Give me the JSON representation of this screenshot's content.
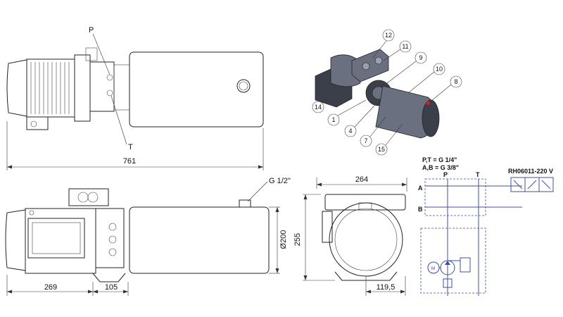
{
  "drawing": {
    "top_view": {
      "overall_length": "761",
      "label_p": "P",
      "label_t": "T"
    },
    "side_view": {
      "dim_269": "269",
      "dim_105": "105",
      "diameter": "Ø200",
      "port_thread": "G 1/2\""
    },
    "end_view": {
      "width": "264",
      "height": "255",
      "offset": "119,5"
    },
    "iso_view": {
      "callouts": [
        "12",
        "11",
        "9",
        "10",
        "8",
        "14",
        "1",
        "4",
        "7",
        "15"
      ]
    },
    "schematic": {
      "port_note_1": "P,T = G 1/4\"",
      "port_note_2": "A,B = G 3/8\"",
      "label_p": "P",
      "label_t": "T",
      "label_a": "A",
      "label_b": "B",
      "valve_code": "RH06011-220 V",
      "motor_label": "M"
    }
  },
  "colors": {
    "line": "#222222",
    "schematic_blue": "#3b4fa0",
    "iso_dark": "#3a3f4a",
    "iso_mid": "#6b7080",
    "iso_light": "#9aa0ad",
    "iso_red": "#c8202a"
  }
}
